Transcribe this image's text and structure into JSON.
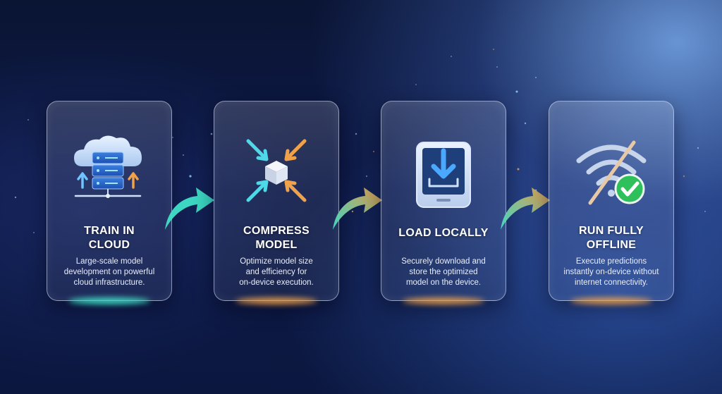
{
  "steps": [
    {
      "title_line1": "TRAIN IN",
      "title_line2": "CLOUD",
      "desc_line1": "Large-scale model",
      "desc_line2": "development on powerful",
      "desc_line3": "cloud infrastructure.",
      "icon": "cloud-server-icon"
    },
    {
      "title_line1": "COMPRESS",
      "title_line2": "MODEL",
      "desc_line1": "Optimize model size",
      "desc_line2": "and efficiency for",
      "desc_line3": "on-device execution.",
      "icon": "compress-cube-icon"
    },
    {
      "title_line1": "LOAD LOCALLY",
      "title_line2": "",
      "desc_line1": "Securely download and",
      "desc_line2": "store the optimized",
      "desc_line3": "model on the device.",
      "icon": "tablet-download-icon"
    },
    {
      "title_line1": "RUN FULLY",
      "title_line2": "OFFLINE",
      "desc_line1": "Execute predictions",
      "desc_line2": "instantly on-device without",
      "desc_line3": "internet connectivity.",
      "icon": "wifi-off-check-icon"
    }
  ],
  "colors": {
    "teal": "#3fe0c8",
    "orange": "#f0a24a",
    "blue": "#4aa8ff",
    "green": "#2ec05a"
  }
}
